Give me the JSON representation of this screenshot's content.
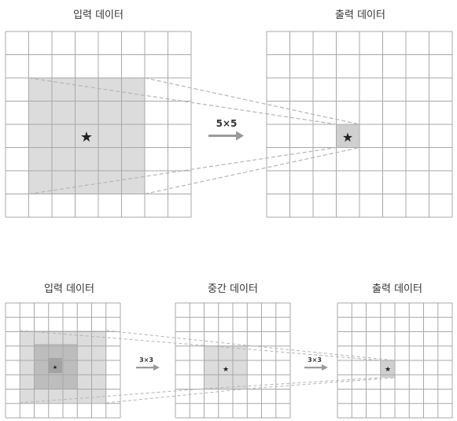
{
  "top_diagram": {
    "input_title": "입력 데이터",
    "output_title": "출력 데이터",
    "kernel_label": "5×5",
    "star_glyph": "★"
  },
  "bottom_diagram": {
    "input_title": "입력 데이터",
    "middle_title": "중간 데이터",
    "output_title": "출력 데이터",
    "kernel1_label": "3×3",
    "kernel2_label": "3×3",
    "star_glyph": "★"
  },
  "colors": {
    "grid_line": "#a8a8a8",
    "light_fill": "#dcdcdc",
    "mid_fill": "#bdbdbd",
    "dark_fill": "#a3a3a3",
    "arrow": "#9a9a9a",
    "dashed": "#b5b5b5"
  }
}
